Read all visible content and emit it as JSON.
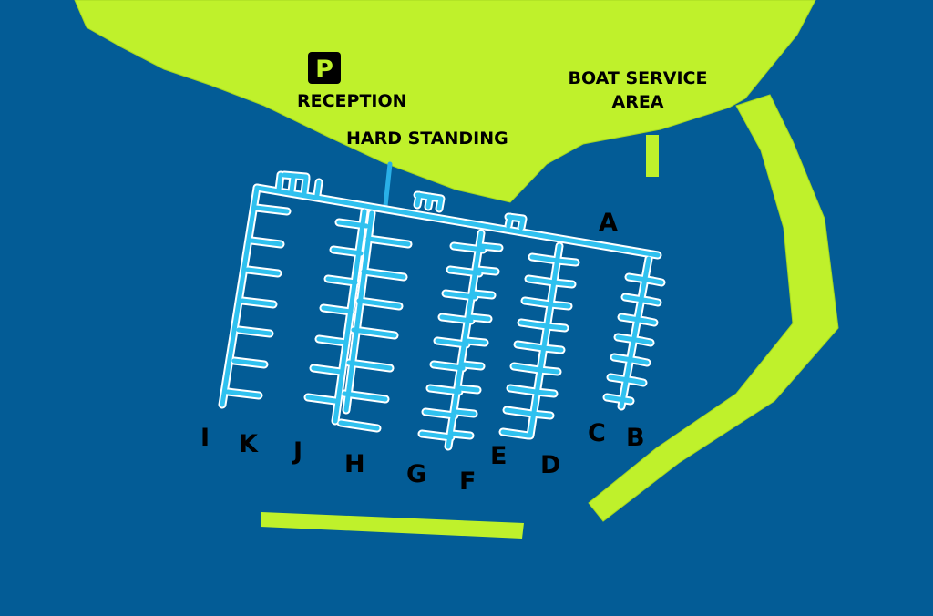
{
  "colors": {
    "water": "#035c96",
    "land": "#bff12b",
    "pontoon_fill": "#2fc1ef",
    "pontoon_outline": "#ffffff",
    "walkway": "#29b0e8",
    "label": "#000000"
  },
  "icons": {
    "parking": "parking-icon"
  },
  "map": {
    "parking_letter": "P",
    "areas": {
      "reception": "RECEPTION",
      "hard_standing": "HARD STANDING",
      "boat_service_line1": "BOAT SERVICE",
      "boat_service_line2": "AREA"
    },
    "piers": {
      "A": "A",
      "B": "B",
      "C": "C",
      "D": "D",
      "E": "E",
      "F": "F",
      "G": "G",
      "H": "H",
      "I": "I",
      "J": "J",
      "K": "K"
    }
  }
}
